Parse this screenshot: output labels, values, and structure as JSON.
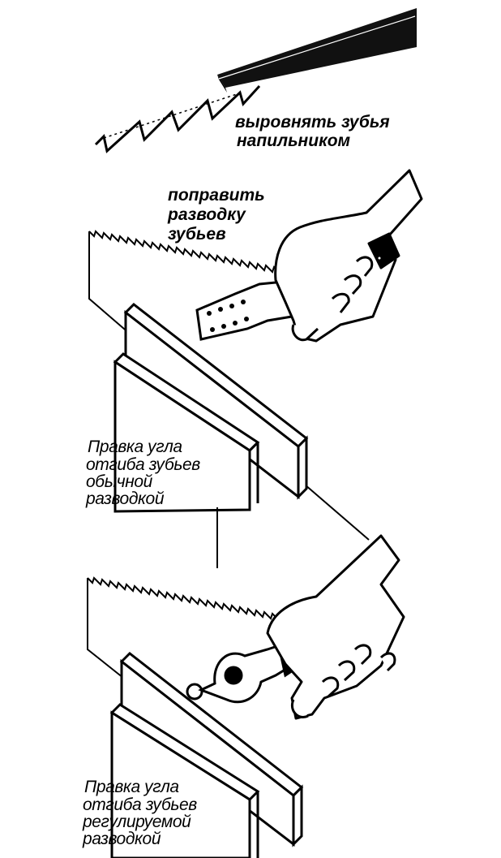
{
  "labels": {
    "file_step": [
      "выровнять зубья",
      "напильником"
    ],
    "set_step": [
      "поправить",
      "разводку",
      "зубьев"
    ],
    "caption_regular": [
      "Правка угла",
      "отгиба зубьев",
      "обычной",
      "разводкой"
    ],
    "caption_adjustable": [
      "Правка угла",
      "отгиба зубьев",
      "регулируемой",
      "разводкой"
    ]
  },
  "icons": [
    "file-icon",
    "hand-icon",
    "saw-set-tool-icon",
    "pliers-saw-set-icon",
    "saw-blade-icon",
    "vise-icon"
  ],
  "colors": {
    "ink": "#000000",
    "paper": "#ffffff"
  }
}
